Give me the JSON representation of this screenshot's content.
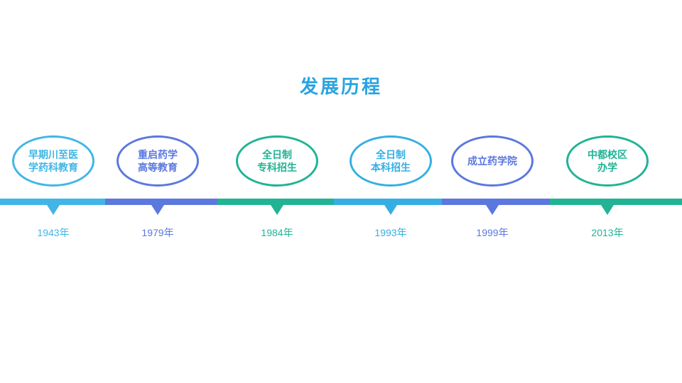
{
  "title": "发展历程",
  "colors": {
    "title": "#29A3E0"
  },
  "timeline": {
    "items": [
      {
        "label": "早期川至医\n学药科教育",
        "year": "1943年",
        "color": "#41B6E6"
      },
      {
        "label": "重启药学\n高等教育",
        "year": "1979年",
        "color": "#5B78DE"
      },
      {
        "label": "全日制\n专科招生",
        "year": "1984年",
        "color": "#21B394"
      },
      {
        "label": "全日制\n本科招生",
        "year": "1993年",
        "color": "#35AFE3"
      },
      {
        "label": "成立药学院",
        "year": "1999年",
        "color": "#5B78DE"
      },
      {
        "label": "中都校区\n办学",
        "year": "2013年",
        "color": "#21B394"
      }
    ]
  }
}
